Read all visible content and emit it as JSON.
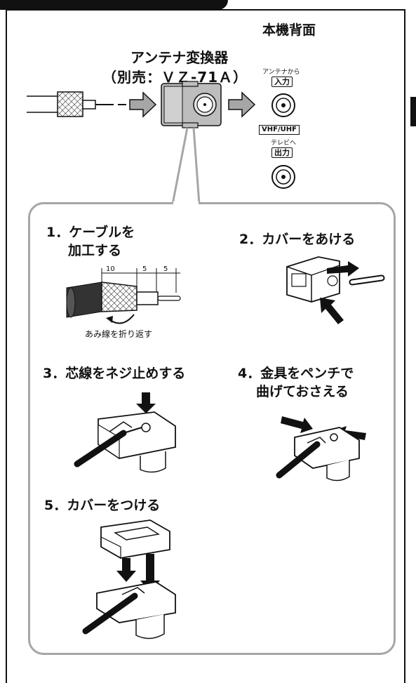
{
  "header": {
    "back_panel_title": "本機背面"
  },
  "converter": {
    "name": "アンテナ変換器",
    "model": "（別売：ＶＺ-71Ａ）"
  },
  "ports": {
    "input_caption": "アンテナから",
    "input_label": "入力",
    "band_label": "VHF/UHF",
    "output_caption": "テレビへ",
    "output_label": "出力"
  },
  "steps": [
    {
      "line1": "1．ケーブルを",
      "line2": "加工する"
    },
    {
      "line1": "2．カバーをあける",
      "line2": ""
    },
    {
      "line1": "3．芯線をネジ止めする",
      "line2": ""
    },
    {
      "line1": "4．金具をペンチで",
      "line2": "曲げておさえる"
    },
    {
      "line1": "5．カバーをつける",
      "line2": ""
    }
  ],
  "cable_dims": [
    "10",
    "5",
    "5"
  ],
  "braid_note": "あみ線を折り返す"
}
